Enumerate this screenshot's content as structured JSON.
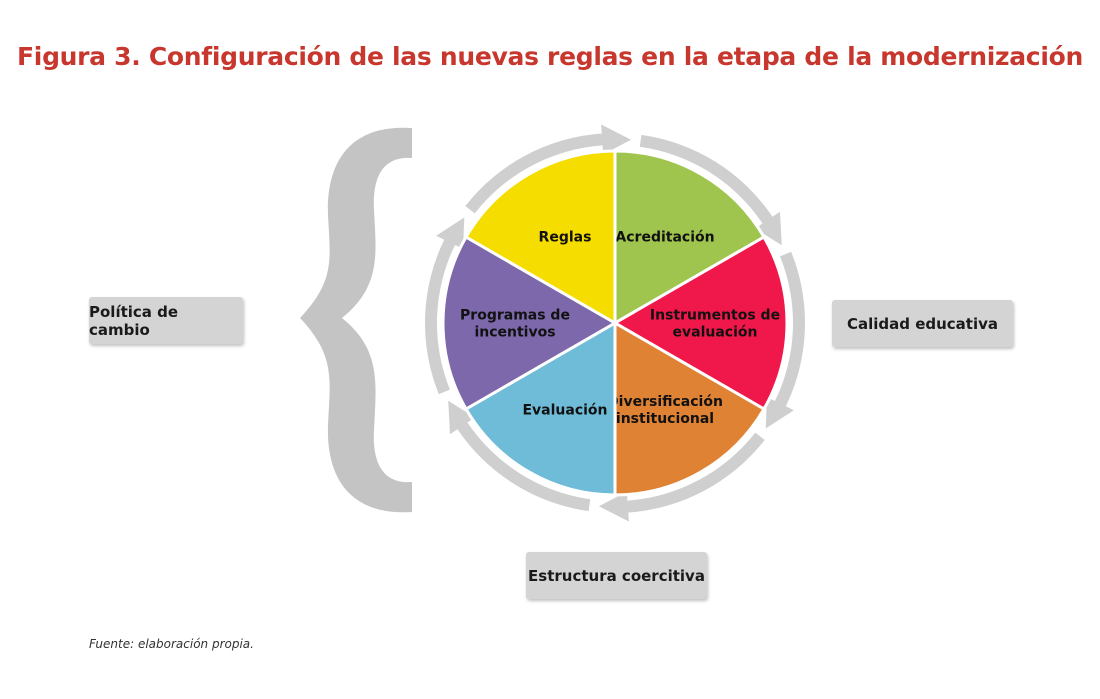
{
  "title": "Figura 3. Configuración de las nuevas reglas en la etapa de la modernización",
  "boxes": {
    "left": "Política de cambio",
    "right": "Calidad educativa",
    "bottom": "Estructura coercitiva"
  },
  "segments": [
    {
      "lines": [
        "Acreditación"
      ],
      "color": "#9fc54e"
    },
    {
      "lines": [
        "Instrumentos de",
        "evaluación"
      ],
      "color": "#f0174a"
    },
    {
      "lines": [
        "Diversificación",
        "institucional"
      ],
      "color": "#e08234"
    },
    {
      "lines": [
        "Evaluación"
      ],
      "color": "#6ebcd8"
    },
    {
      "lines": [
        "Programas de",
        "incentivos"
      ],
      "color": "#7c68aa"
    },
    {
      "lines": [
        "Reglas"
      ],
      "color": "#f6dd00"
    }
  ],
  "source": "Fuente: elaboración propia."
}
